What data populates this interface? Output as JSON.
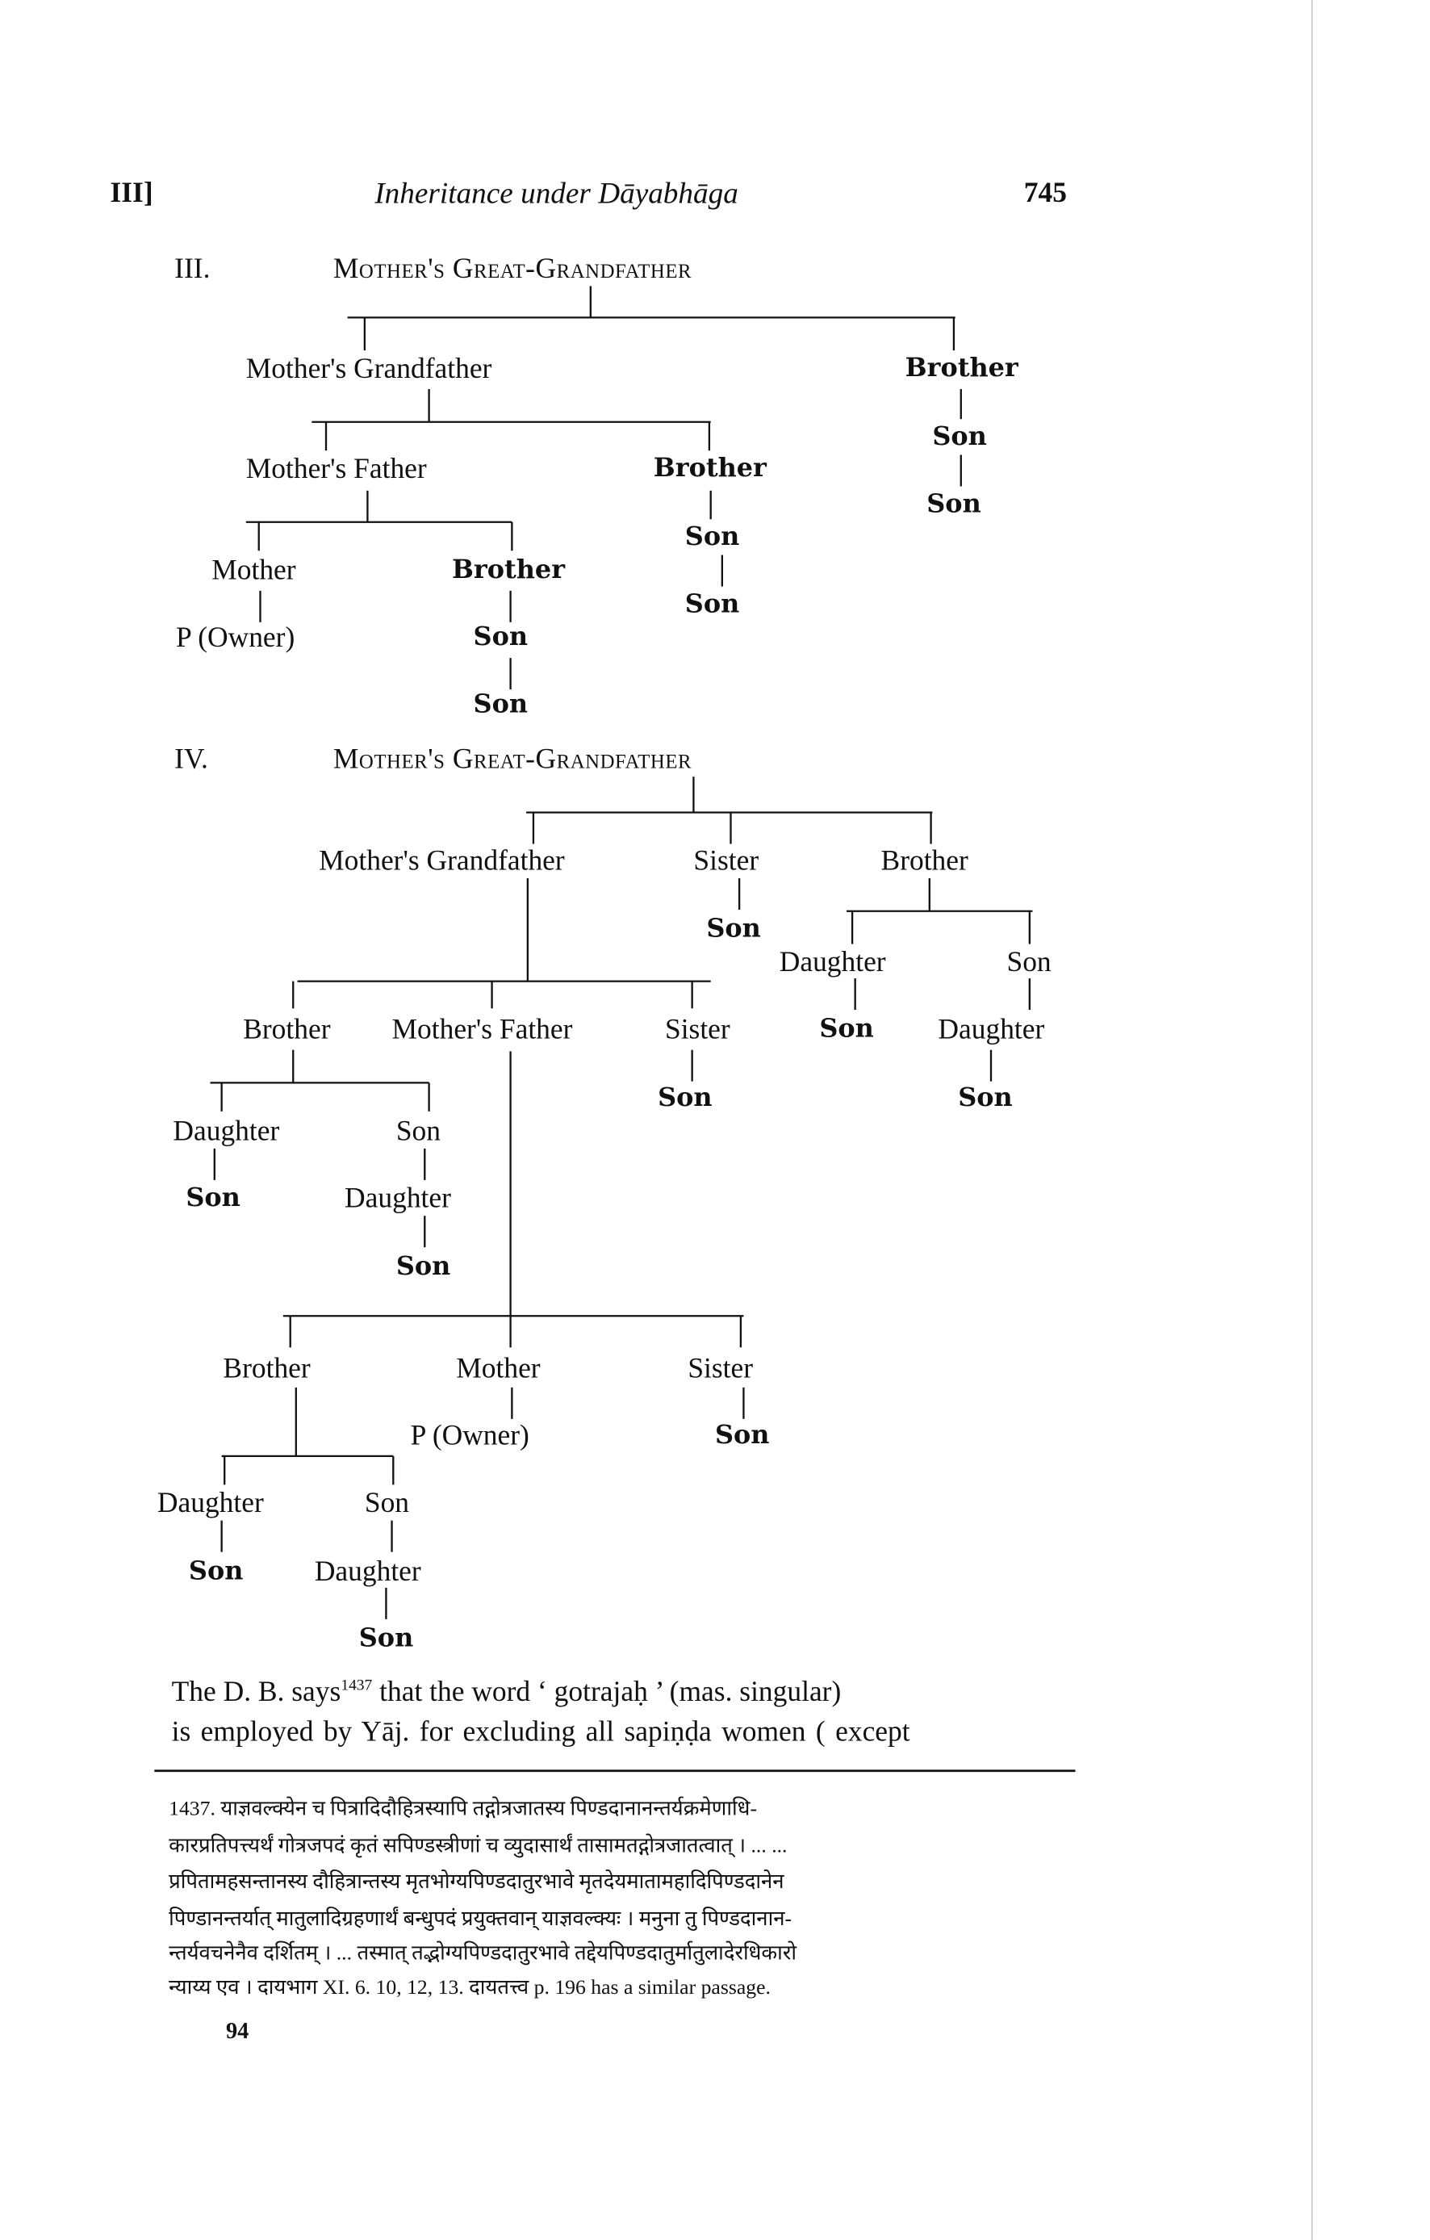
{
  "header": {
    "section": "III]",
    "title": "Inheritance under Dāyabhāga",
    "page_number": "745"
  },
  "tree3": {
    "numeral": "III.",
    "root": "Mother's Great-Grandfather",
    "mothers_grandfather": "Mother's Grandfather",
    "brother_right": "Brother",
    "brother_right_son": "Son",
    "brother_right_grandson": "Son",
    "mothers_father": "Mother's Father",
    "brother_mid": "Brother",
    "brother_mid_son": "Son",
    "brother_mid_grandson": "Son",
    "mother": "Mother",
    "owner": "P (Owner)",
    "brother_left": "Brother",
    "brother_left_son": "Son",
    "brother_left_grandson": "Son"
  },
  "tree4": {
    "numeral": "IV.",
    "root": "Mother's Great-Grandfather",
    "mothers_grandfather": "Mother's Grandfather",
    "sister_top": "Sister",
    "sister_top_son": "Son",
    "brother_top": "Brother",
    "bt_daughter": "Daughter",
    "bt_daughter_son": "Son",
    "bt_son": "Son",
    "bt_son_daughter": "Daughter",
    "bt_son_daughter_son": "Son",
    "mg_brother": "Brother",
    "mothers_father": "Mother's Father",
    "mg_sister": "Sister",
    "mg_sister_son": "Son",
    "mgb_daughter": "Daughter",
    "mgb_daughter_son": "Son",
    "mgb_son": "Son",
    "mgb_son_daughter": "Daughter",
    "mgb_son_daughter_son": "Son",
    "mf_brother": "Brother",
    "mother": "Mother",
    "owner": "P (Owner)",
    "mf_sister": "Sister",
    "mf_sister_son": "Son",
    "mfb_daughter": "Daughter",
    "mfb_daughter_son": "Son",
    "mfb_son": "Son",
    "mfb_son_daughter": "Daughter",
    "mfb_son_daughter_son": "Son"
  },
  "body": {
    "line1_a": "The D. B. says",
    "footnote_ref": "1437",
    "line1_b": " that the word ‘ gotrajaḥ ’ (mas. singular)",
    "line2": "is employed by Yāj. for excluding all sapiṇḍa women ( except"
  },
  "footnote": {
    "lines": [
      "1437.  याज्ञवल्क्येन च पित्रादिदौहित्रस्यापि तद्गोत्रजातस्य पिण्डदानानन्तर्यक्रमेणाधि-",
      "कारप्रतिपत्त्यर्थं गोत्रजपदं कृतं सपिण्डस्त्रीणां च व्युदासार्थं तासामतद्गोत्रजातत्वात् । ... ...",
      "प्रपितामहसन्तानस्य दौहित्रान्तस्य मृतभोग्यपिण्डदातुरभावे मृतदेयमातामहादिपिण्डदानेन",
      "पिण्डानन्तर्यात् मातुलादिग्रहणार्थं बन्धुपदं प्रयुक्तवान् याज्ञवल्क्यः । मनुना तु पिण्डदानान-",
      "न्तर्यवचनेनैव दर्शितम् । ... तस्मात् तद्भोग्यपिण्डदातुरभावे तद्देयपिण्डदातुर्मातुलादेरधिकारो",
      "न्याय्य एव । दायभाग XI. 6. 10, 12, 13. दायतत्त्व p. 196 has a similar passage."
    ]
  },
  "signature_mark": "94"
}
